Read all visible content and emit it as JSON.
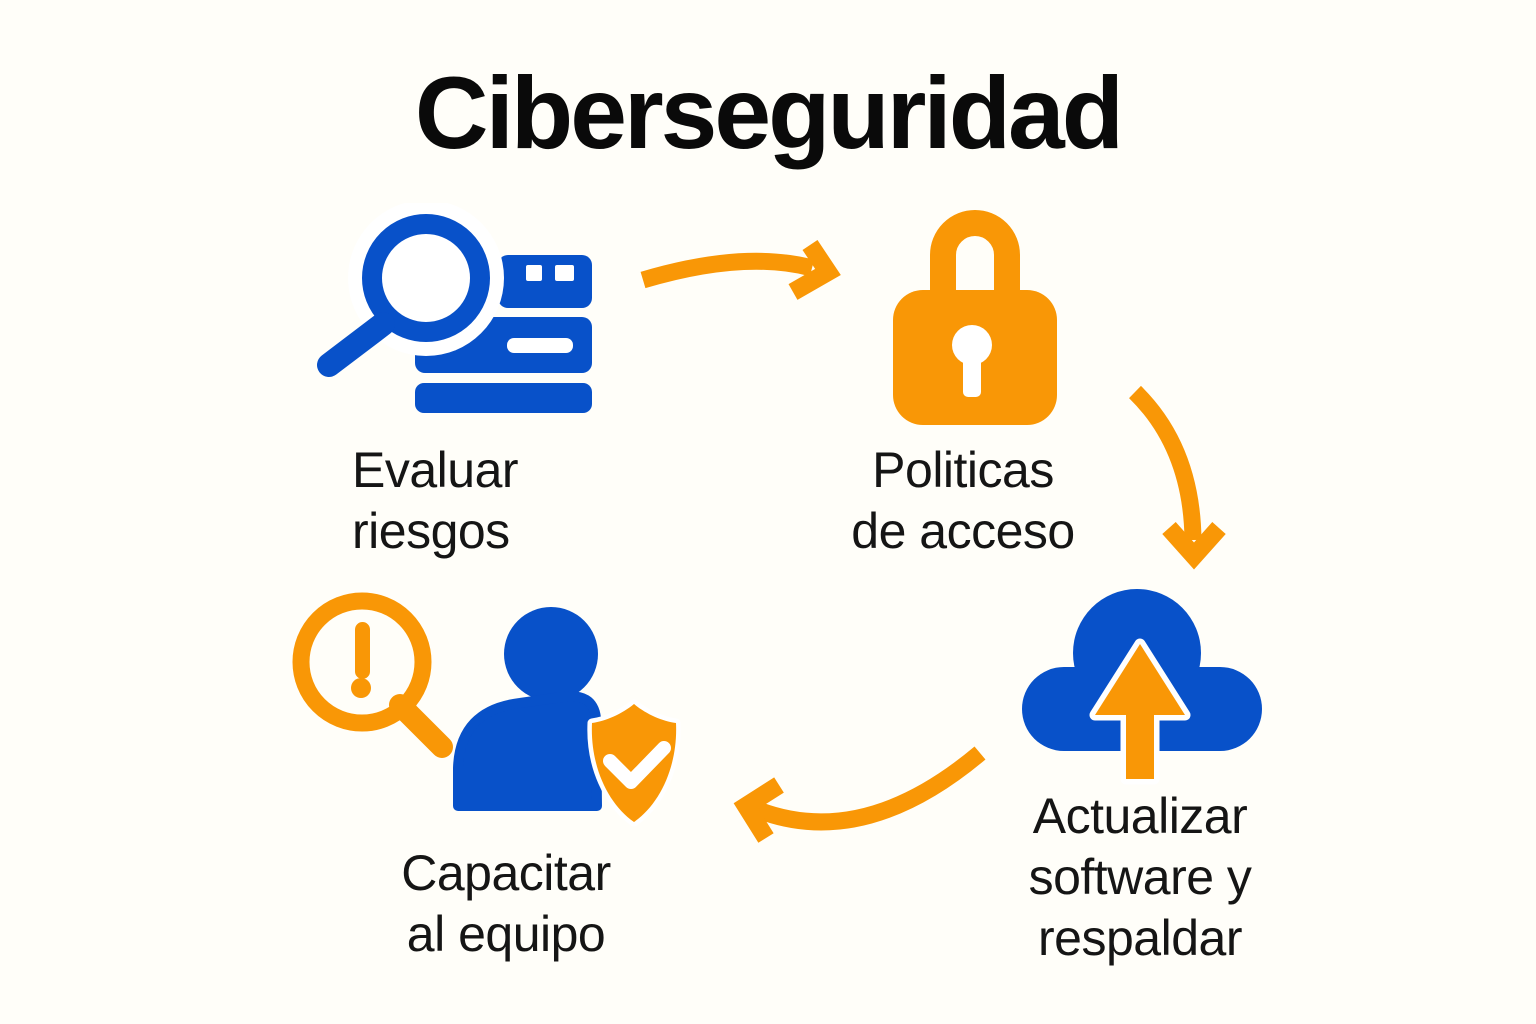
{
  "title": "Ciberseguridad",
  "colors": {
    "blue": "#0851C9",
    "orange": "#F99706",
    "title_text": "#0A0A0A",
    "label_text": "#151515",
    "background": "#FFFEF9"
  },
  "steps": [
    {
      "name": "evaluar-riesgos",
      "label": "Evaluar\nriesgos",
      "icon": "search-server-icon"
    },
    {
      "name": "politicas-de-acceso",
      "label": "Politicas\nde acceso",
      "icon": "padlock-icon"
    },
    {
      "name": "actualizar-software-respaldar",
      "label": "Actualizar\nsoftware y\nrespaldar",
      "icon": "cloud-upload-icon"
    },
    {
      "name": "capacitar-al-equipo",
      "label": "Capacitar\nal equipo",
      "icon": "alert-search-icon + user-shield-icon"
    }
  ],
  "arrows": [
    {
      "name": "arrow-evaluar-to-politicas",
      "from": "evaluar-riesgos",
      "to": "politicas-de-acceso"
    },
    {
      "name": "arrow-politicas-to-actualizar",
      "from": "politicas-de-acceso",
      "to": "actualizar-software-respaldar"
    },
    {
      "name": "arrow-actualizar-to-capacitar",
      "from": "actualizar-software-respaldar",
      "to": "capacitar-al-equipo"
    }
  ]
}
